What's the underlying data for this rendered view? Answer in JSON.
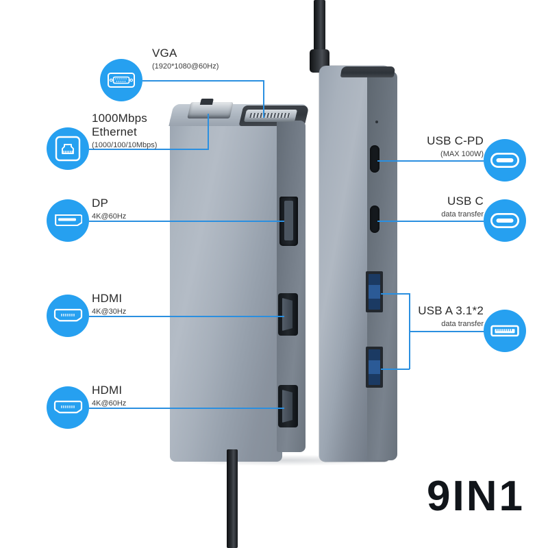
{
  "product": {
    "headline": "9IN1",
    "body_color": "#a6afba",
    "accent_color": "#26a0f0",
    "line_color": "#2a8fe0",
    "usb_a_port_color": "#2b5a96"
  },
  "callouts": {
    "vga": {
      "title": "VGA",
      "sub": "(1920*1080@60Hz)",
      "icon": "vga-icon",
      "side": "left"
    },
    "ethernet": {
      "title_line1": "1000Mbps",
      "title_line2": "Ethernet",
      "sub": "(1000/100/10Mbps)",
      "icon": "ethernet-icon",
      "side": "left"
    },
    "dp": {
      "title": "DP",
      "sub": "4K@60Hz",
      "icon": "displayport-icon",
      "side": "left"
    },
    "hdmi_1": {
      "title": "HDMI",
      "sub": "4K@30Hz",
      "icon": "hdmi-icon",
      "side": "left"
    },
    "hdmi_2": {
      "title": "HDMI",
      "sub": "4K@60Hz",
      "icon": "hdmi-icon",
      "side": "left"
    },
    "usb_c_pd": {
      "title": "USB C-PD",
      "sub": "(MAX 100W)",
      "icon": "usb-c-icon",
      "side": "right"
    },
    "usb_c": {
      "title": "USB C",
      "sub": "data transfer",
      "icon": "usb-c-icon",
      "side": "right"
    },
    "usb_a": {
      "title": "USB A 3.1*2",
      "sub": "data transfer",
      "icon": "usb-a-icon",
      "side": "right"
    }
  }
}
